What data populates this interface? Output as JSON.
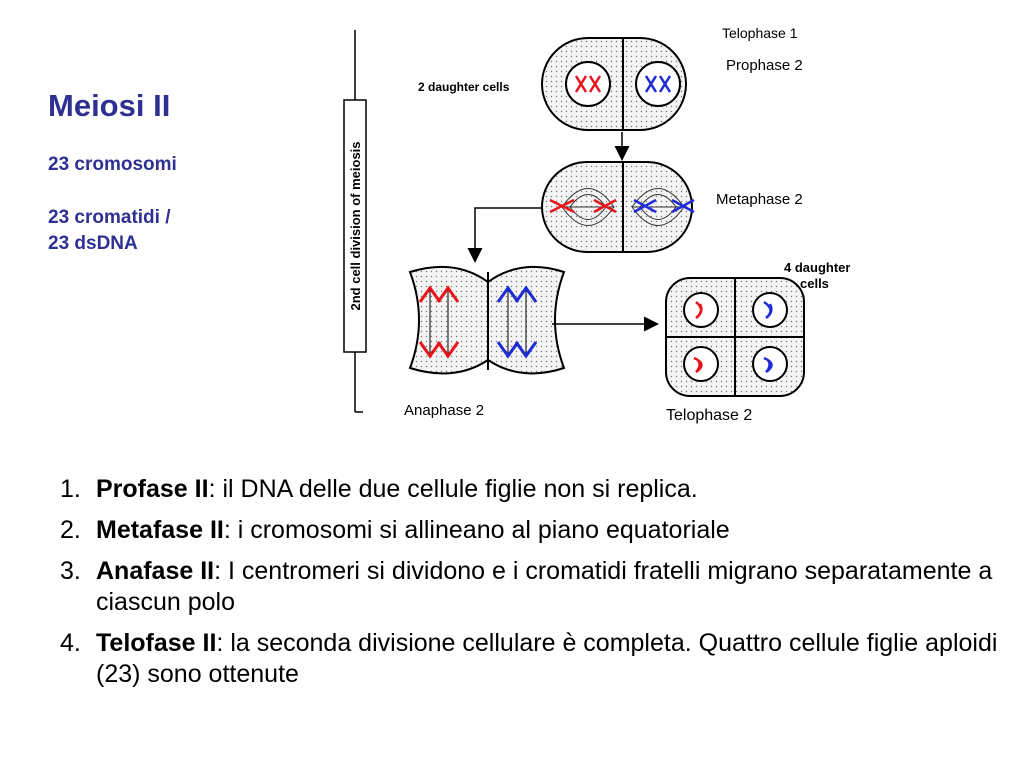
{
  "slide": {
    "title": "Meiosi II",
    "subtitle_chromosomes": "23 cromosomi",
    "subtitle_chromatids_line1": "23 cromatidi /",
    "subtitle_chromatids_line2": "23 dsDNA"
  },
  "diagram": {
    "side_label": "2nd cell division of meiosis",
    "label_telophase1": "Telophase 1",
    "label_prophase2": "Prophase 2",
    "label_two_daughter": "2 daughter cells",
    "label_metaphase2": "Metaphase 2",
    "label_four_daughter_1": "4 daughter",
    "label_four_daughter_2": "cells",
    "label_anaphase2": "Anaphase 2",
    "label_telophase2": "Telophase 2",
    "colors": {
      "red": "#e8141c",
      "blue": "#1e2bd6"
    }
  },
  "steps": [
    {
      "num": "1.",
      "term": "Profase II",
      "text": ": il DNA delle due cellule figlie non si  replica."
    },
    {
      "num": "2.",
      "term": "Metafase II",
      "text": ": i cromosomi si allineano al piano equatoriale"
    },
    {
      "num": "3.",
      "term": "Anafase II",
      "text": ": I centromeri si dividono e i cromatidi fratelli migrano separatamente a ciascun polo"
    },
    {
      "num": "4.",
      "term": "Telofase II",
      "text": ": la seconda divisione cellulare è completa. Quattro cellule figlie aploidi (23) sono ottenute"
    }
  ]
}
